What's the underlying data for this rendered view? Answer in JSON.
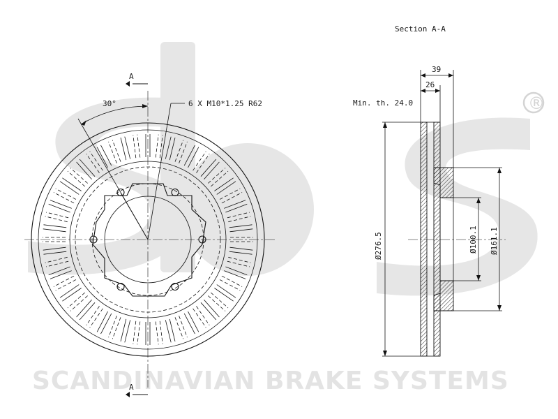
{
  "watermark": {
    "logo_text": "sbs",
    "company_name": "SCANDINAVIAN BRAKE SYSTEMS",
    "registered_mark": "®"
  },
  "front_view": {
    "section_marker_top": "A",
    "section_marker_bottom": "A",
    "angle_label": "30°",
    "bolt_callout": "6 X M10*1.25 R62"
  },
  "section_view": {
    "title": "Section A-A",
    "min_thickness": "Min. th. 24.0",
    "dim_total_width": "39",
    "dim_hat_width": "26",
    "dim_outer_diameter": "Ø276.5",
    "dim_center_bore": "Ø100.1",
    "dim_hub_diameter": "Ø161.1"
  }
}
